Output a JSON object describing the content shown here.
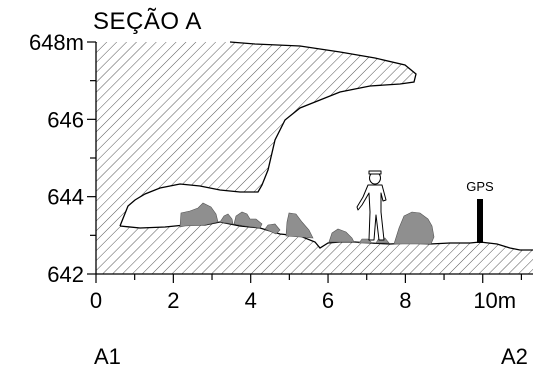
{
  "title": "SEÇÃO A",
  "y_axis": {
    "ticks": [
      {
        "value": 648,
        "label": "648m"
      },
      {
        "value": 646,
        "label": "646"
      },
      {
        "value": 644,
        "label": "644"
      },
      {
        "value": 642,
        "label": "642"
      }
    ],
    "range": [
      642,
      648
    ]
  },
  "x_axis": {
    "ticks": [
      {
        "value": 0,
        "label": "0"
      },
      {
        "value": 2,
        "label": "2"
      },
      {
        "value": 4,
        "label": "4"
      },
      {
        "value": 6,
        "label": "6"
      },
      {
        "value": 8,
        "label": "8"
      },
      {
        "value": 10,
        "label": "10m"
      }
    ],
    "range": [
      0,
      11.3
    ]
  },
  "gps_label": "GPS",
  "endpoints": {
    "start": "A1",
    "end": "A2"
  }
}
